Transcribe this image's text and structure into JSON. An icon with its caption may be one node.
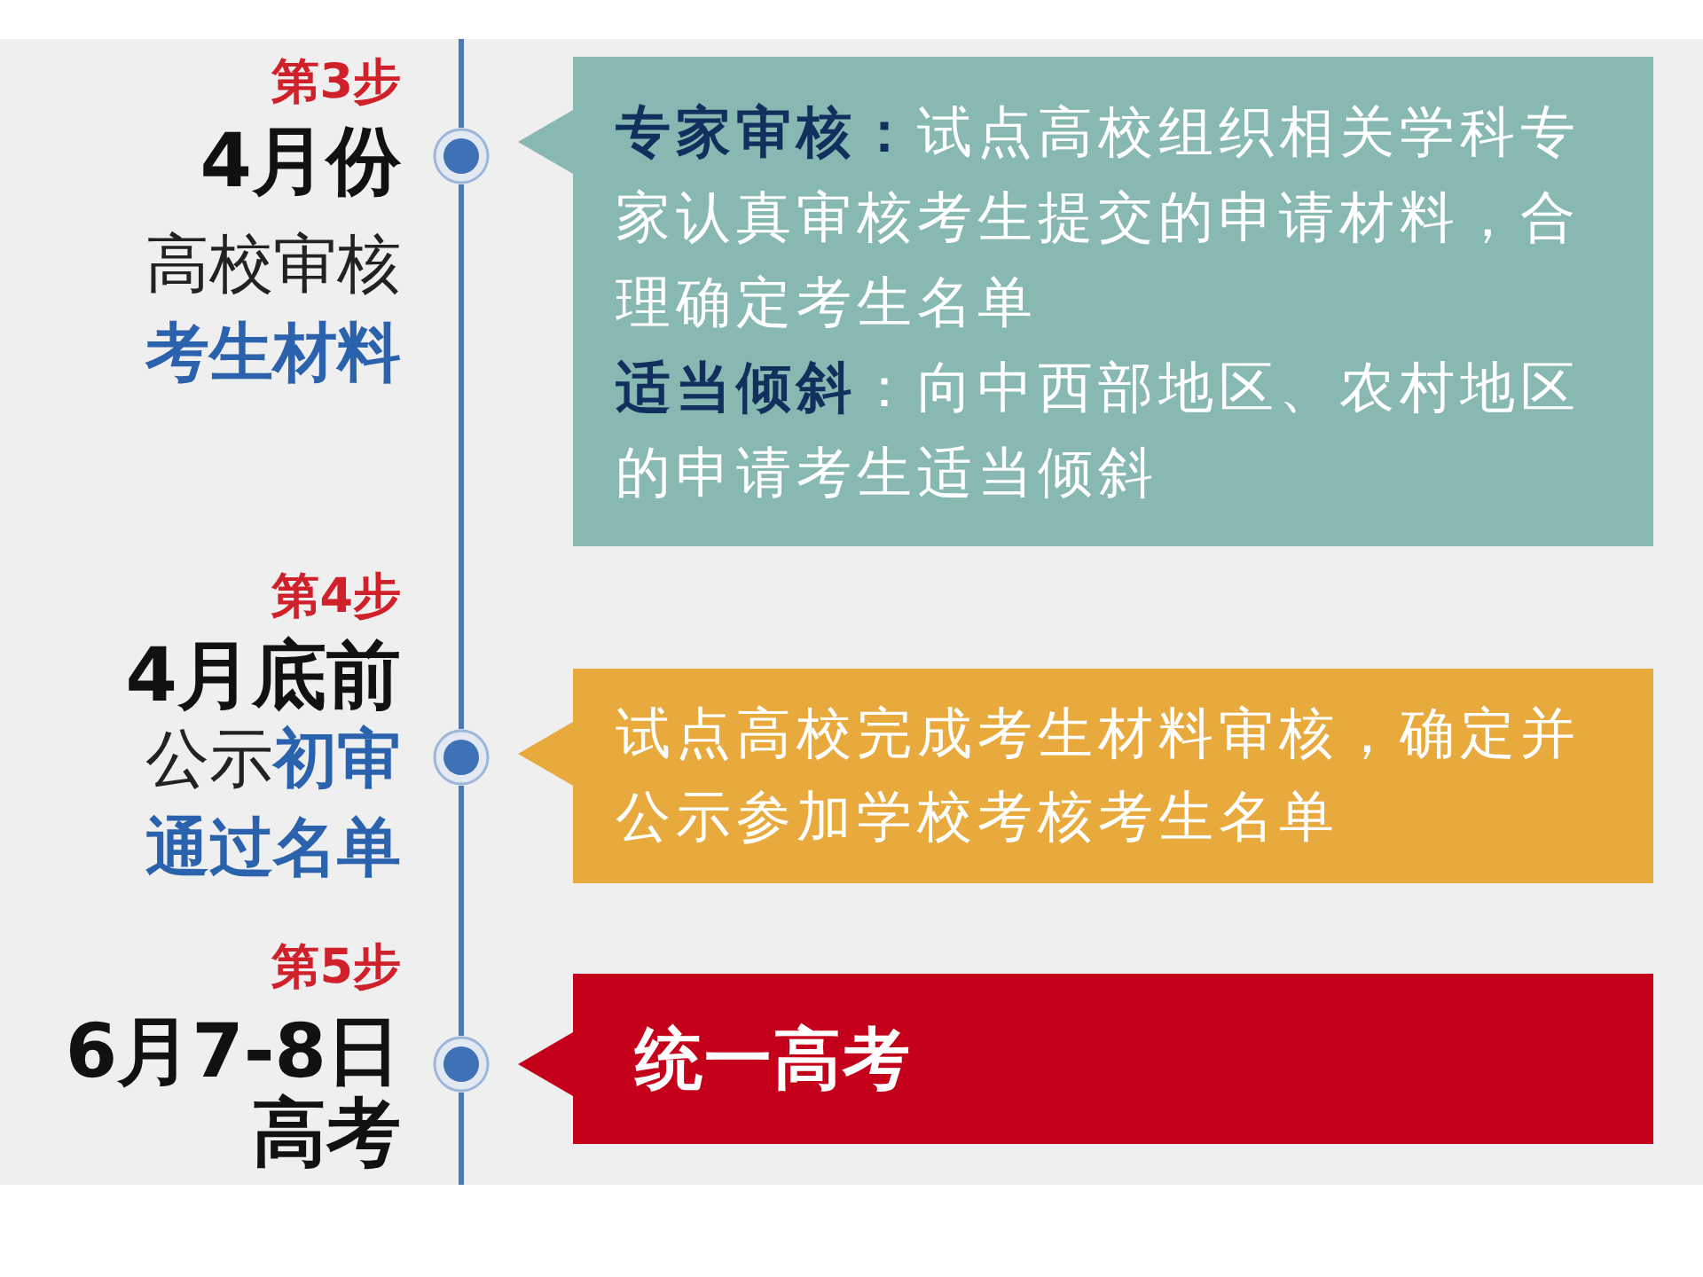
{
  "diagram": {
    "nodes": [
      {
        "text": [],
        "shape": "circle",
        "beside": [
          "第3步",
          "4月份",
          "高校审核**考生材料**"
        ]
      },
      {
        "text": [
          "**专家审核：**试点高校组织相关学科专家认真审核考生提交的申请材料，合理确定考生名单",
          "**适当倾斜**：向中西部地区、农村地区的申请考生适当倾斜"
        ]
      },
      {
        "text": [],
        "shape": "circle",
        "beside": [
          "第4步",
          "4月底前",
          "公示**初审通过名单**"
        ]
      },
      {
        "text": [
          "试点高校完成考生材料审核，确定并公示参加学校考核考生名单"
        ]
      },
      {
        "text": [],
        "shape": "circle",
        "beside": [
          "第5步",
          "6月7-8日",
          "高考"
        ]
      },
      {
        "text": [
          "统一高考"
        ]
      }
    ],
    "edges": [
      {
        "from": null,
        "to": 0,
        "arrow": "none"
      },
      {
        "from": 0,
        "to": 2,
        "arrow": "none"
      },
      {
        "from": 2,
        "to": 4,
        "arrow": "none"
      },
      {
        "from": 4,
        "to": null,
        "arrow": "none"
      }
    ]
  }
}
